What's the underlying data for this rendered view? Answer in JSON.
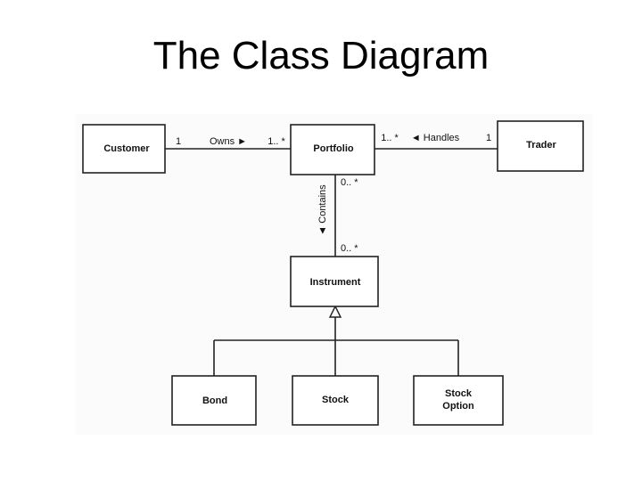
{
  "title": "The Class Diagram",
  "classes": {
    "customer": "Customer",
    "portfolio": "Portfolio",
    "trader": "Trader",
    "instrument": "Instrument",
    "bond": "Bond",
    "stock": "Stock",
    "stock_option_line1": "Stock",
    "stock_option_line2": "Option"
  },
  "associations": {
    "owns": {
      "name": "Owns ►",
      "customer_mult": "1",
      "portfolio_mult": "1.. *"
    },
    "handles": {
      "name": "◄ Handles",
      "portfolio_mult": "1.. *",
      "trader_mult": "1"
    },
    "contains": {
      "name": "◄ Contains",
      "portfolio_mult": "0.. *",
      "instrument_mult": "0.. *"
    }
  }
}
